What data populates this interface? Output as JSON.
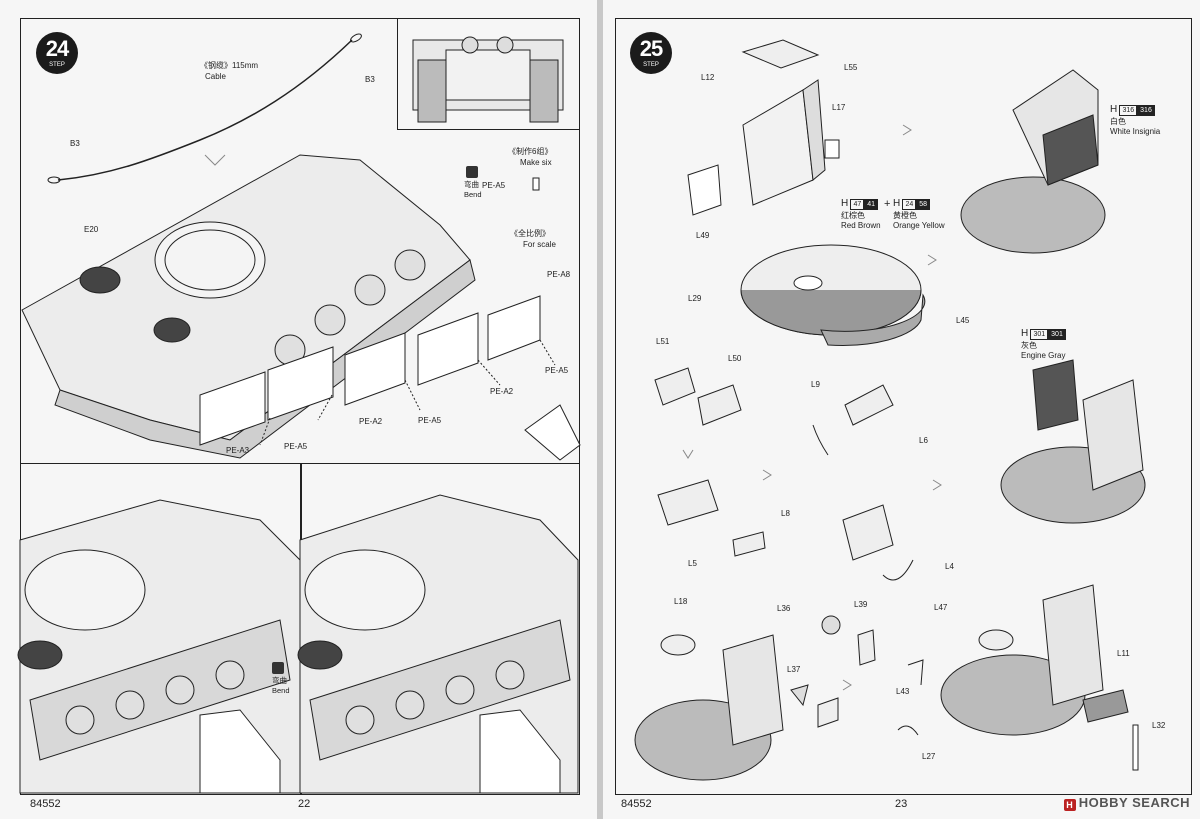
{
  "left_page": {
    "page_number": "22",
    "product_code": "84552",
    "step": {
      "label": "STEP",
      "number": "24"
    },
    "labels": {
      "cable_cn": "《钢缆》115mm",
      "cable_en": "Cable",
      "b3_top": "B3",
      "b3_left": "B3",
      "make_six_cn": "《制作6组》",
      "make_six_en": "Make six",
      "bend_cn": "弯曲",
      "bend_en": "Bend",
      "pe_a5_icon": "PE-A5",
      "for_scale_cn": "《全比例》",
      "for_scale_en": "For scale",
      "e20": "E20",
      "pe_a8": "PE-A8",
      "pe_a5_right": "PE-A5",
      "pe_a2_right": "PE-A2",
      "pe_a5_mid": "PE-A5",
      "pe_a2_mid": "PE-A2",
      "pe_a5_low": "PE-A5",
      "pe_a3": "PE-A3",
      "bend_cn_2": "弯曲",
      "bend_en_2": "Bend"
    }
  },
  "right_page": {
    "page_number": "23",
    "product_code": "84552",
    "step": {
      "label": "STEP",
      "number": "25"
    },
    "labels": {
      "l12": "L12",
      "l55": "L55",
      "l17": "L17",
      "l49": "L49",
      "l29": "L29",
      "l45": "L45",
      "l51": "L51",
      "l50": "L50",
      "l9": "L9",
      "l6": "L6",
      "l8": "L8",
      "l5": "L5",
      "l4": "L4",
      "l18": "L18",
      "l36": "L36",
      "l39": "L39",
      "l47": "L47",
      "l37": "L37",
      "l43": "L43",
      "l27": "L27",
      "l11": "L11",
      "l32": "L32"
    },
    "paints": {
      "white": {
        "h": "H",
        "code1": "316",
        "code2": "316",
        "cn": "白色",
        "en": "White Insignia"
      },
      "red_brown": {
        "h": "H",
        "code1": "47",
        "code2": "41",
        "cn": "红棕色",
        "en": "Red Brown"
      },
      "plus": "+",
      "orange_yellow": {
        "h": "H",
        "code1": "24",
        "code2": "58",
        "cn": "黄橙色",
        "en": "Orange Yellow"
      },
      "engine_gray": {
        "h": "H",
        "code1": "301",
        "code2": "301",
        "cn": "灰色",
        "en": "Engine Gray"
      }
    }
  },
  "watermark": {
    "badge": "H",
    "text": "HOBBY SEARCH"
  }
}
